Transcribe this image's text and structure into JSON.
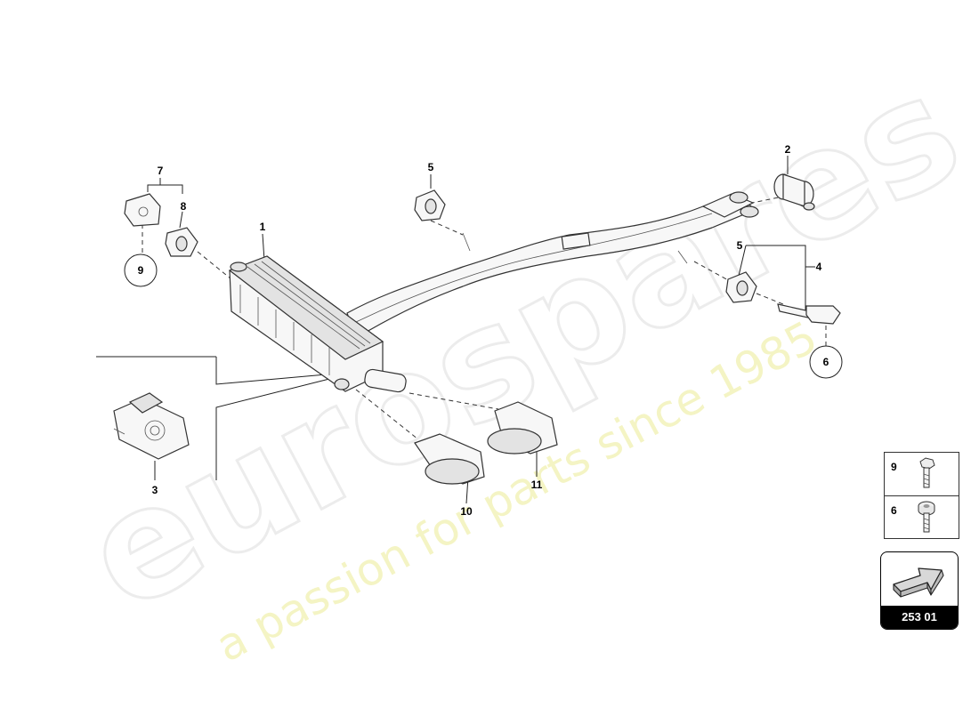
{
  "watermark": {
    "brand": "eurospares",
    "tagline": "a passion for parts since 1985"
  },
  "callouts": [
    "1",
    "2",
    "3",
    "4",
    "5",
    "5",
    "6",
    "7",
    "8",
    "9",
    "10",
    "11"
  ],
  "legend": [
    {
      "number": "9",
      "icon": "hex-bolt-icon"
    },
    {
      "number": "6",
      "icon": "socket-bolt-icon"
    }
  ],
  "reference": {
    "code": "253 01",
    "icon": "arrow-icon"
  }
}
